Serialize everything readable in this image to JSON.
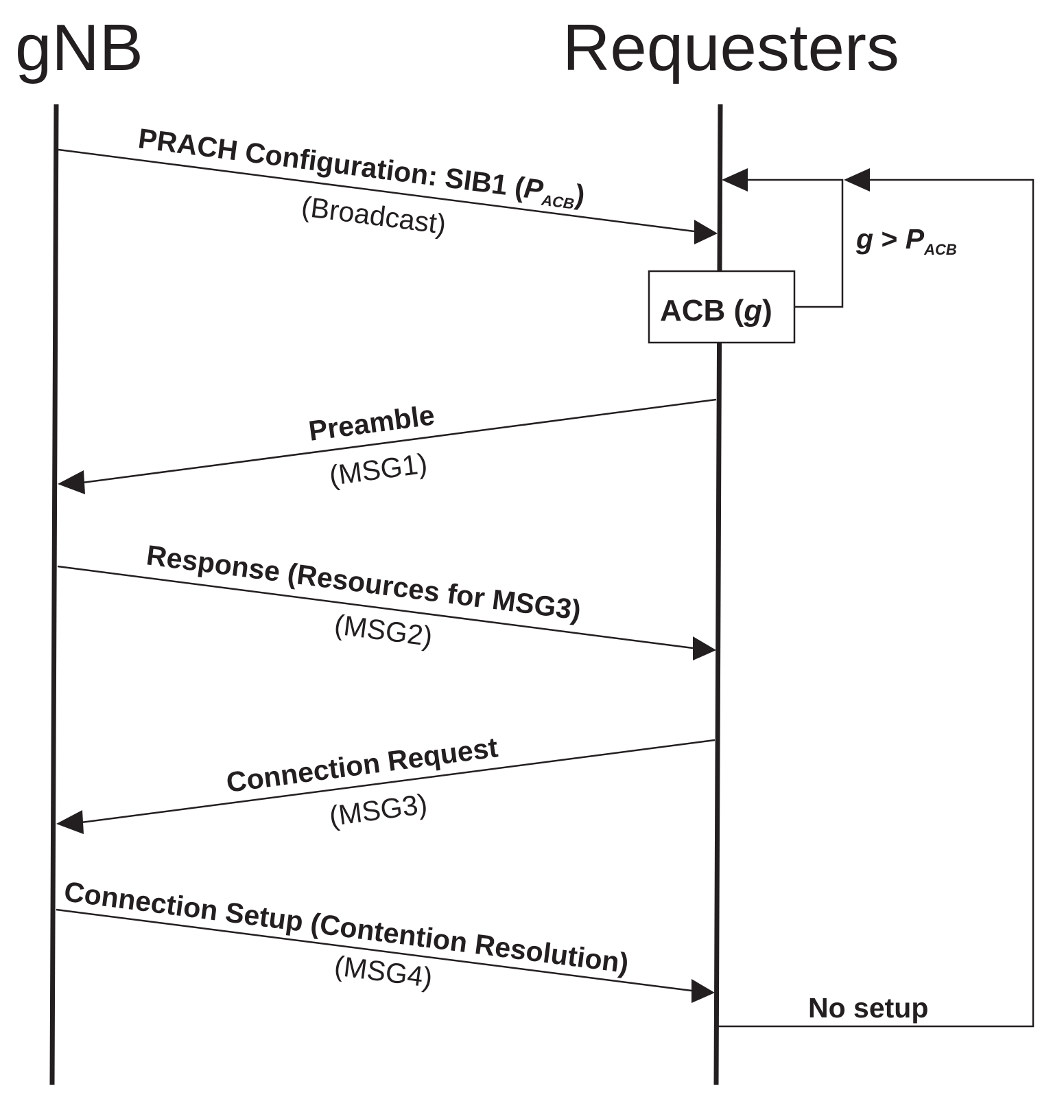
{
  "actors": {
    "left": "gNB",
    "right": "Requesters"
  },
  "messages": [
    {
      "label_prefix": "PRACH Configuration: SIB1 (",
      "label_var": "P",
      "label_sub": "ACB",
      "label_suffix": ")",
      "sublabel": "(Broadcast)"
    },
    {
      "label": "Preamble",
      "sublabel": "(MSG1)"
    },
    {
      "label": "Response (Resources for MSG3)",
      "sublabel": "(MSG2)"
    },
    {
      "label": "Connection Request",
      "sublabel": "(MSG3)"
    },
    {
      "label": "Connection Setup (Contention Resolution)",
      "sublabel": "(MSG4)"
    }
  ],
  "acb_box": {
    "prefix": "ACB (",
    "var": "g",
    "suffix": ")"
  },
  "condition": {
    "lhs": "g",
    "op": " > ",
    "var": "P",
    "sub": "ACB"
  },
  "no_setup_label": "No setup"
}
